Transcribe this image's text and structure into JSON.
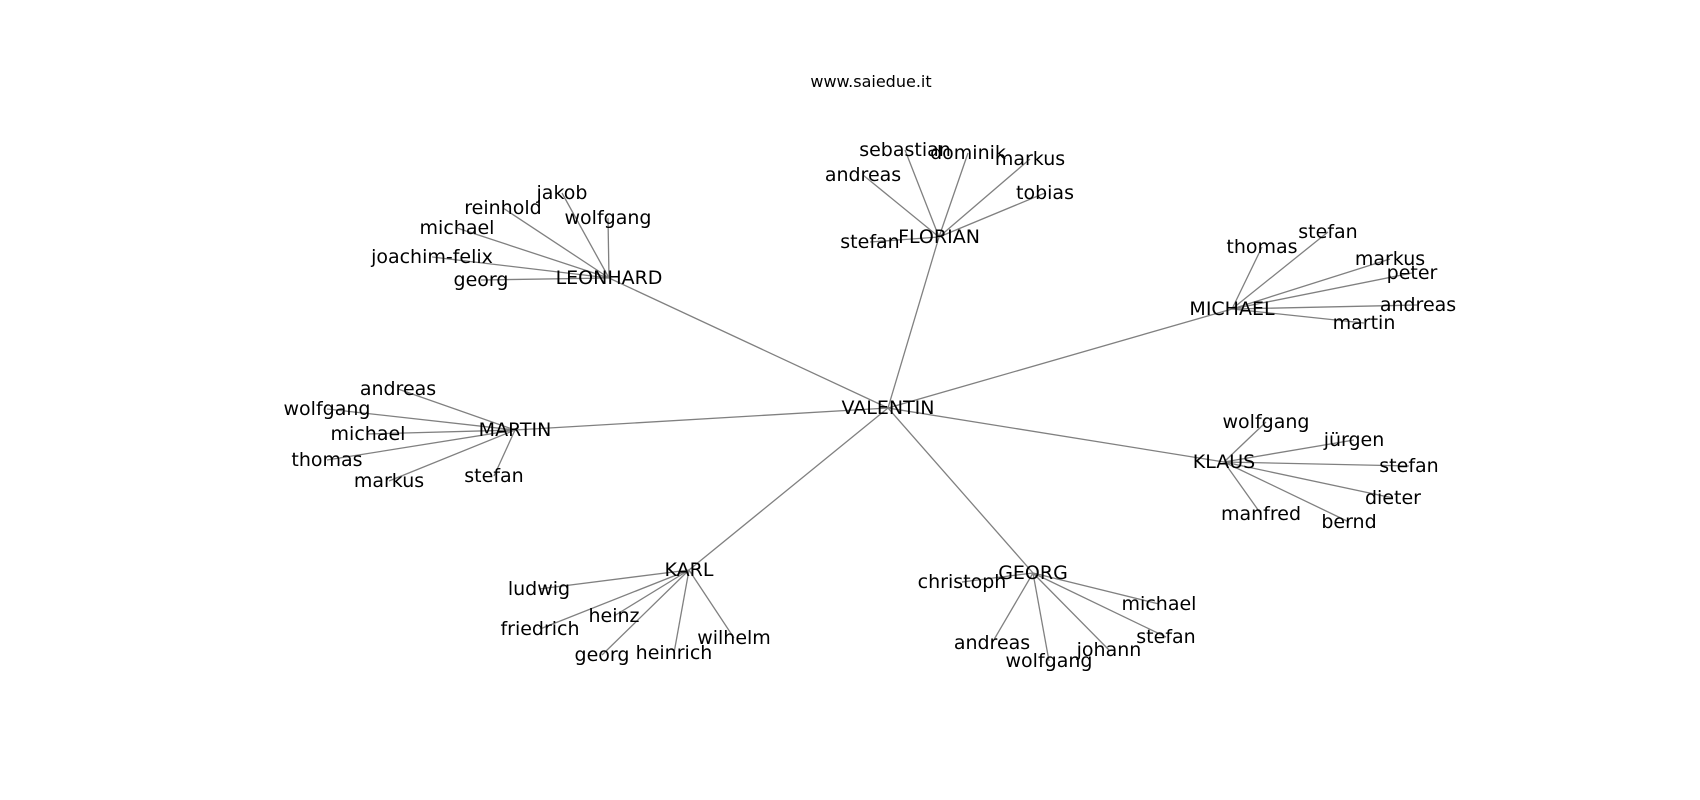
{
  "title": "www.saiedue.it",
  "root": "VALENTIN",
  "branches": [
    {
      "name": "FLORIAN",
      "children": [
        "sebastian",
        "dominik",
        "markus",
        "andreas",
        "tobias",
        "stefan"
      ]
    },
    {
      "name": "LEONHARD",
      "children": [
        "jakob",
        "reinhold",
        "wolfgang",
        "michael",
        "joachim-felix",
        "georg"
      ]
    },
    {
      "name": "MICHAEL",
      "children": [
        "thomas",
        "stefan",
        "markus",
        "peter",
        "andreas",
        "martin"
      ]
    },
    {
      "name": "MARTIN",
      "children": [
        "andreas",
        "wolfgang",
        "michael",
        "thomas",
        "markus",
        "stefan"
      ]
    },
    {
      "name": "KLAUS",
      "children": [
        "wolfgang",
        "jürgen",
        "stefan",
        "dieter",
        "bernd",
        "manfred"
      ]
    },
    {
      "name": "KARL",
      "children": [
        "ludwig",
        "heinz",
        "friedrich",
        "georg",
        "heinrich",
        "wilhelm"
      ]
    },
    {
      "name": "GEORG",
      "children": [
        "christoph",
        "michael",
        "stefan",
        "johann",
        "wolfgang",
        "andreas"
      ]
    }
  ],
  "colors": {
    "edge": "#808080",
    "text": "#000000",
    "background": "#ffffff"
  }
}
